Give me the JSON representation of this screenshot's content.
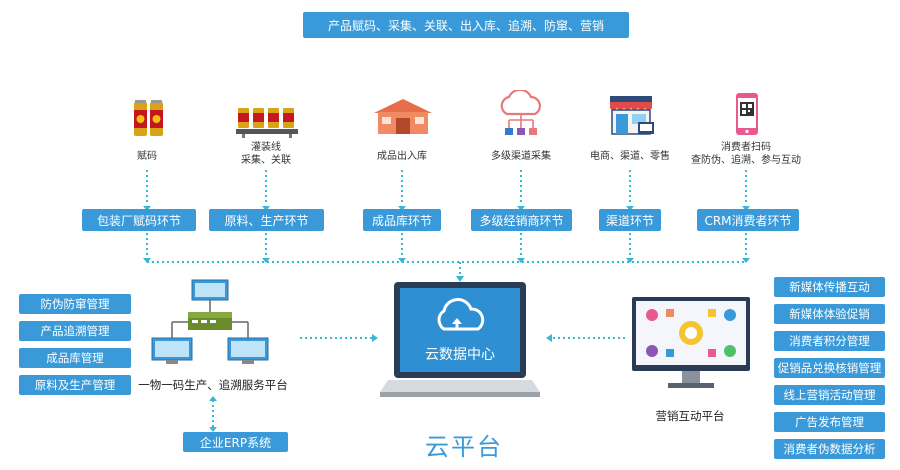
{
  "top_banner": "产品赋码、采集、关联、出入库、追溯、防窜、营销",
  "nodes": [
    {
      "label_line1": "赋码",
      "label_line2": ""
    },
    {
      "label_line1": "灌装线",
      "label_line2": "采集、关联"
    },
    {
      "label_line1": "成品出入库",
      "label_line2": ""
    },
    {
      "label_line1": "多级渠道采集",
      "label_line2": ""
    },
    {
      "label_line1": "电商、渠道、零售",
      "label_line2": ""
    },
    {
      "label_line1": "消费者扫码",
      "label_line2": "查防伪、追溯、参与互动"
    }
  ],
  "stages": [
    "包装厂赋码环节",
    "原料、生产环节",
    "成品库环节",
    "多级经销商环节",
    "渠道环节",
    "CRM消费者环节"
  ],
  "left_items": [
    "防伪防窜管理",
    "产品追溯管理",
    "成品库管理",
    "原料及生产管理"
  ],
  "left_caption": "一物一码生产、追溯服务平台",
  "erp_label": "企业ERP系统",
  "center": {
    "screen_label": "云数据中心",
    "title": "云平台"
  },
  "right_caption": "营销互动平台",
  "right_items": [
    "新媒体传播互动",
    "新媒体体验促销",
    "消费者积分管理",
    "促销品兑换核销管理",
    "线上营销活动管理",
    "广告发布管理",
    "消费者伪数据分析"
  ],
  "colors": {
    "accent": "#3a9ad9",
    "dotted": "#38b6d6"
  }
}
